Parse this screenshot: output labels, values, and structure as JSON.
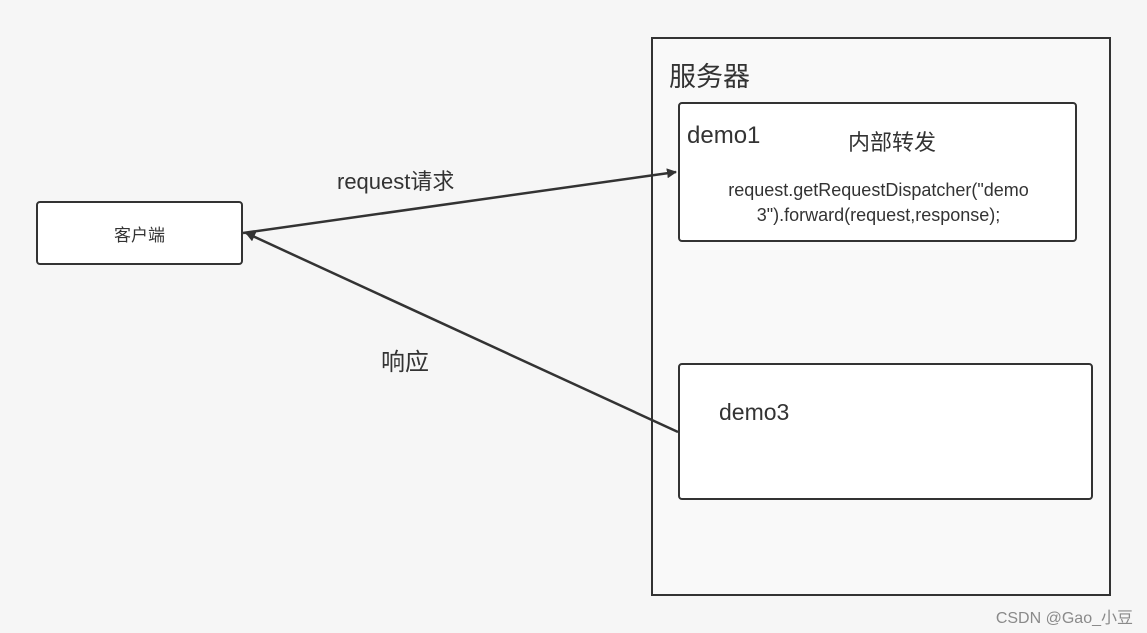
{
  "server": {
    "title": "服务器"
  },
  "client": {
    "label": "客户端"
  },
  "demo1": {
    "label": "demo1",
    "annotation": "内部转发",
    "code_line1": "request.getRequestDispatcher(\"demo",
    "code_line2": "3\").forward(request,response);"
  },
  "demo3": {
    "label": "demo3"
  },
  "arrows": {
    "request_label": "request请求",
    "response_label": "响应"
  },
  "watermark": "CSDN @Gao_小豆",
  "colors": {
    "stroke": "#333333",
    "background": "#f6f6f6",
    "box_fill": "#ffffff"
  }
}
